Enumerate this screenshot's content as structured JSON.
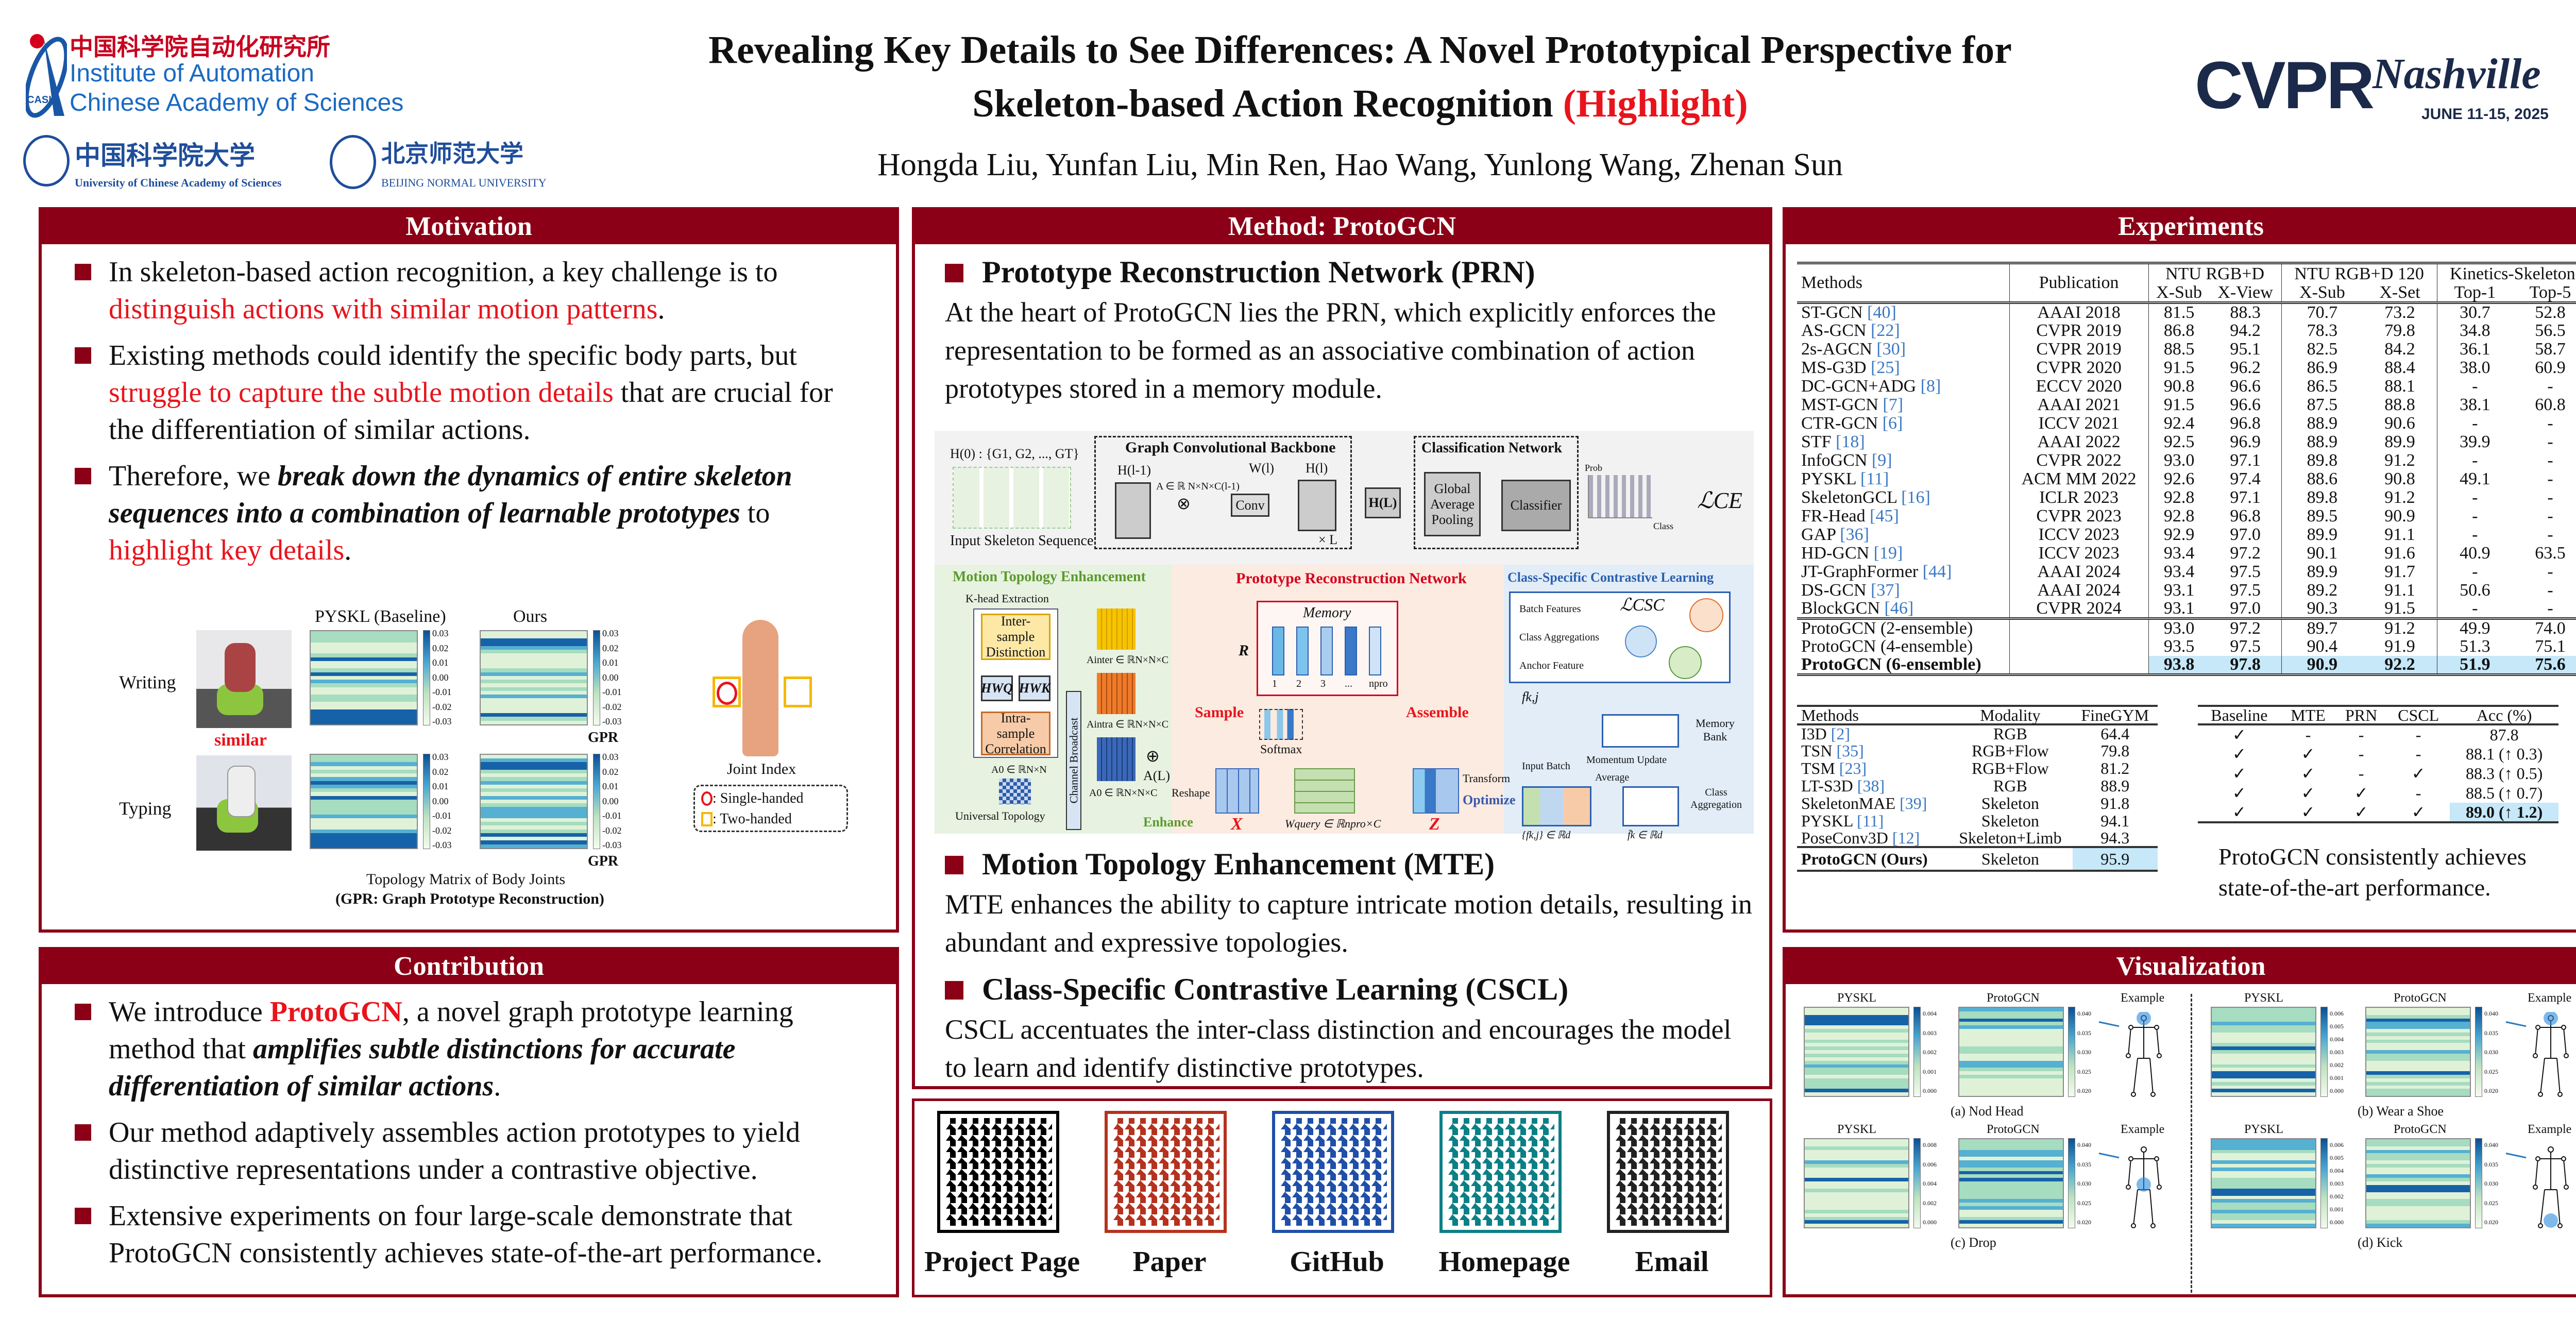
{
  "header": {
    "casia_cn": "中国科学院自动化研究所",
    "casia_en1": "Institute of Automation",
    "casia_en2": "Chinese Academy of Sciences",
    "casia_badge": "CASIA",
    "ucas_cn": "中国科学院大学",
    "ucas_en": "University of Chinese Academy of Sciences",
    "bnu_cn": "北京师范大学",
    "bnu_en": "BEIJING NORMAL UNIVERSITY",
    "title_line1": "Revealing Key Details to See Differences: A Novel Prototypical Perspective for",
    "title_line2": "Skeleton-based Action Recognition",
    "title_highlight": "(Highlight)",
    "authors": "Hongda Liu, Yunfan Liu, Min Ren, Hao Wang, Yunlong Wang, Zhenan Sun",
    "cvpr": "CVPR",
    "cvpr_city": "Nashville",
    "cvpr_date": "JUNE 11-15, 2025"
  },
  "motivation": {
    "title": "Motivation",
    "b1_a": "In skeleton-based action recognition, a key challenge is to ",
    "b1_red": "distinguish actions with similar motion patterns",
    "b1_b": ".",
    "b2_a": "Existing methods could identify the specific body parts, but ",
    "b2_red": "struggle to capture the subtle motion details",
    "b2_b": " that are crucial for the differentiation of similar actions.",
    "b3_a": "Therefore, we ",
    "b3_bi": "break down the dynamics of entire skeleton sequences into a combination of learnable prototypes",
    "b3_b": " to ",
    "b3_red": "highlight key details",
    "b3_c": ".",
    "fig": {
      "col_baseline": "PYSKL (Baseline)",
      "col_ours": "Ours",
      "row_writing": "Writing",
      "row_typing": "Typing",
      "similar": "similar",
      "gpr": "GPR",
      "caption1": "Topology Matrix of Body Joints",
      "caption2": "(GPR: Graph Prototype Reconstruction)",
      "joint_index": "Joint Index",
      "legend_single": ": Single-handed",
      "legend_two": ": Two-handed",
      "cbar_ticks": [
        "0.03",
        "0.02",
        "0.01",
        "0.00",
        "-0.01",
        "-0.02",
        "-0.03"
      ]
    }
  },
  "contribution": {
    "title": "Contribution",
    "b1_a": "We introduce ",
    "b1_red": "ProtoGCN",
    "b1_b": ", a novel graph prototype learning method that ",
    "b1_bi": "amplifies subtle distinctions for accurate differentiation of similar actions",
    "b1_c": ".",
    "b2": "Our method adaptively assembles action prototypes to yield distinctive representations under a contrastive objective.",
    "b3": "Extensive experiments on four large-scale demonstrate that ProtoGCN consistently achieves state-of-the-art performance."
  },
  "method": {
    "title": "Method: ProtoGCN",
    "prn_title": "Prototype Reconstruction Network (PRN)",
    "prn_text": "At the heart of ProtoGCN lies the PRN, which explicitly enforces the representation to be formed as an associative combination of action prototypes stored in a memory module.",
    "mte_title": "Motion Topology Enhancement (MTE)",
    "mte_text": "MTE enhances the ability to capture intricate motion details, resulting in abundant and expressive topologies.",
    "cscl_title": "Class-Specific Contrastive Learning (CSCL)",
    "cscl_text": "CSCL accentuates the inter-class distinction and encourages the model to learn and identify distinctive prototypes.",
    "diagram": {
      "input_seq": "Input Skeleton Sequence",
      "h0": "H(0) : {G1, G2, ..., GT}",
      "gcb": "Graph Convolutional Backbone",
      "hl1": "H(l-1)",
      "hl": "H(l)",
      "conv": "Conv",
      "wl": "W(l)",
      "a_dim": "A ∈ ℝ N×N×C(l-1)",
      "xl": "× L",
      "hL": "H(L)",
      "cls_net": "Classification Network",
      "gap": "Global Average Pooling",
      "classifier": "Classifier",
      "prob": "Prob",
      "class": "Class",
      "lce": "ℒCE",
      "mte": "Motion Topology Enhancement",
      "khead": "K-head Extraction",
      "inter": "Inter-sample Distinction",
      "intra": "Intra-sample Correlation",
      "hwq": "HWQ",
      "hwk": "HWK",
      "a_inter": "Ainter ∈ ℝN×N×C",
      "a_intra": "Aintra ∈ ℝN×N×C",
      "a0": "A0 ∈ ℝN×N×C",
      "a0n": "A0 ∈ ℝN×N",
      "univ": "Universal Topology",
      "broadcast": "Channel Broadcast",
      "enhance": "Enhance",
      "al": "A(L)",
      "prn": "Prototype Reconstruction Network",
      "memory": "Memory",
      "r": "R",
      "sample": "Sample",
      "assemble": "Assemble",
      "softmax": "Softmax",
      "reshape": "Reshape",
      "x": "X",
      "z": "Z",
      "wq": "Wquery ∈ ℝnpro×C",
      "mem_idx": [
        "1",
        "2",
        "3",
        "...",
        "npro"
      ],
      "cscl": "Class-Specific Contrastive Learning",
      "lcsc": "ℒCSC",
      "batch_feat": "Batch Features",
      "class_agg": "Class Aggregations",
      "anchor": "Anchor Feature",
      "mem_bank": "Memory Bank",
      "momentum": "Momentum Update",
      "input_batch": "Input Batch",
      "average": "Average",
      "class_aggregation": "Class Aggregation",
      "transform": "Transform",
      "optimize": "Optimize",
      "fkj": "fk,j",
      "fset": "{fk,j} ∈ ℝd",
      "fbar": "f̄k ∈ ℝd"
    }
  },
  "links": [
    {
      "label": "Project Page",
      "color": "#000000"
    },
    {
      "label": "Paper",
      "color": "#b5321e"
    },
    {
      "label": "GitHub",
      "color": "#1f4fa8"
    },
    {
      "label": "Homepage",
      "color": "#0b7f86"
    },
    {
      "label": "Email",
      "color": "#222222"
    }
  ],
  "experiments": {
    "title": "Experiments",
    "main": {
      "headers": {
        "methods": "Methods",
        "publication": "Publication",
        "ntu60": "NTU RGB+D",
        "ntu120": "NTU RGB+D 120",
        "kinetics": "Kinetics-Skeleton",
        "xsub": "X-Sub",
        "xview": "X-View",
        "xsub2": "X-Sub",
        "xset": "X-Set",
        "top1": "Top-1",
        "top5": "Top-5"
      },
      "rows": [
        [
          "ST-GCN",
          "[40]",
          "AAAI 2018",
          "81.5",
          "88.3",
          "70.7",
          "73.2",
          "30.7",
          "52.8"
        ],
        [
          "AS-GCN",
          "[22]",
          "CVPR 2019",
          "86.8",
          "94.2",
          "78.3",
          "79.8",
          "34.8",
          "56.5"
        ],
        [
          "2s-AGCN",
          "[30]",
          "CVPR 2019",
          "88.5",
          "95.1",
          "82.5",
          "84.2",
          "36.1",
          "58.7"
        ],
        [
          "MS-G3D",
          "[25]",
          "CVPR 2020",
          "91.5",
          "96.2",
          "86.9",
          "88.4",
          "38.0",
          "60.9"
        ],
        [
          "DC-GCN+ADG",
          "[8]",
          "ECCV 2020",
          "90.8",
          "96.6",
          "86.5",
          "88.1",
          "-",
          "-"
        ],
        [
          "MST-GCN",
          "[7]",
          "AAAI 2021",
          "91.5",
          "96.6",
          "87.5",
          "88.8",
          "38.1",
          "60.8"
        ],
        [
          "CTR-GCN",
          "[6]",
          "ICCV 2021",
          "92.4",
          "96.8",
          "88.9",
          "90.6",
          "-",
          "-"
        ],
        [
          "STF",
          "[18]",
          "AAAI 2022",
          "92.5",
          "96.9",
          "88.9",
          "89.9",
          "39.9",
          "-"
        ],
        [
          "InfoGCN",
          "[9]",
          "CVPR 2022",
          "93.0",
          "97.1",
          "89.8",
          "91.2",
          "-",
          "-"
        ],
        [
          "PYSKL",
          "[11]",
          "ACM MM 2022",
          "92.6",
          "97.4",
          "88.6",
          "90.8",
          "49.1",
          "-"
        ],
        [
          "SkeletonGCL",
          "[16]",
          "ICLR 2023",
          "92.8",
          "97.1",
          "89.8",
          "91.2",
          "-",
          "-"
        ],
        [
          "FR-Head",
          "[45]",
          "CVPR 2023",
          "92.8",
          "96.8",
          "89.5",
          "90.9",
          "-",
          "-"
        ],
        [
          "GAP",
          "[36]",
          "ICCV 2023",
          "92.9",
          "97.0",
          "89.9",
          "91.1",
          "-",
          "-"
        ],
        [
          "HD-GCN",
          "[19]",
          "ICCV 2023",
          "93.4",
          "97.2",
          "90.1",
          "91.6",
          "40.9",
          "63.5"
        ],
        [
          "JT-GraphFormer",
          "[44]",
          "AAAI 2024",
          "93.4",
          "97.5",
          "89.9",
          "91.7",
          "-",
          "-"
        ],
        [
          "DS-GCN",
          "[37]",
          "AAAI 2024",
          "93.1",
          "97.5",
          "89.2",
          "91.1",
          "50.6",
          "-"
        ],
        [
          "BlockGCN",
          "[46]",
          "CVPR 2024",
          "93.1",
          "97.0",
          "90.3",
          "91.5",
          "-",
          "-"
        ]
      ],
      "ours": [
        [
          "ProtoGCN (2-ensemble)",
          "",
          "93.0",
          "97.2",
          "89.7",
          "91.2",
          "49.9",
          "74.0"
        ],
        [
          "ProtoGCN (4-ensemble)",
          "",
          "93.5",
          "97.5",
          "90.4",
          "91.9",
          "51.3",
          "75.1"
        ],
        [
          "ProtoGCN (6-ensemble)",
          "",
          "93.8",
          "97.8",
          "90.9",
          "92.2",
          "51.9",
          "75.6"
        ]
      ]
    },
    "finegym": {
      "headers": [
        "Methods",
        "Modality",
        "FineGYM"
      ],
      "rows": [
        [
          "I3D",
          "[2]",
          "RGB",
          "64.4"
        ],
        [
          "TSN",
          "[35]",
          "RGB+Flow",
          "79.8"
        ],
        [
          "TSM",
          "[23]",
          "RGB+Flow",
          "81.2"
        ],
        [
          "LT-S3D",
          "[38]",
          "RGB",
          "88.9"
        ],
        [
          "SkeletonMAE",
          "[39]",
          "Skeleton",
          "91.8"
        ],
        [
          "PYSKL",
          "[11]",
          "Skeleton",
          "94.1"
        ],
        [
          "PoseConv3D",
          "[12]",
          "Skeleton+Limb",
          "94.3"
        ]
      ],
      "ours": [
        "ProtoGCN (Ours)",
        "",
        "Skeleton",
        "95.9"
      ]
    },
    "ablation": {
      "headers": [
        "Baseline",
        "MTE",
        "PRN",
        "CSCL",
        "Acc (%)"
      ],
      "rows": [
        [
          "✓",
          "-",
          "-",
          "-",
          "87.8"
        ],
        [
          "✓",
          "✓",
          "-",
          "-",
          "88.1 (↑ 0.3)"
        ],
        [
          "✓",
          "✓",
          "-",
          "✓",
          "88.3 (↑ 0.5)"
        ],
        [
          "✓",
          "✓",
          "✓",
          "-",
          "88.5 (↑ 0.7)"
        ],
        [
          "✓",
          "✓",
          "✓",
          "✓",
          "89.0 (↑ 1.2)"
        ]
      ]
    },
    "summary": "ProtoGCN consistently achieves state-of-the-art performance."
  },
  "visualization": {
    "title": "Visualization",
    "col_pyskl": "PYSKL",
    "col_protogcn": "ProtoGCN",
    "col_example": "Example",
    "panels": [
      {
        "caption": "(a) Nod Head",
        "pyskl_ticks": [
          "0.004",
          "0.003",
          "0.002",
          "0.001",
          "0.000"
        ],
        "proto_ticks": [
          "0.040",
          "0.035",
          "0.030",
          "0.025",
          "0.020"
        ]
      },
      {
        "caption": "(b) Wear a Shoe",
        "pyskl_ticks": [
          "0.006",
          "0.005",
          "0.004",
          "0.003",
          "0.002",
          "0.001",
          "0.000"
        ],
        "proto_ticks": [
          "0.040",
          "0.035",
          "0.030",
          "0.025",
          "0.020"
        ]
      },
      {
        "caption": "(c) Drop",
        "pyskl_ticks": [
          "0.008",
          "0.006",
          "0.004",
          "0.002",
          "0.000"
        ],
        "proto_ticks": [
          "0.040",
          "0.035",
          "0.030",
          "0.025",
          "0.020"
        ]
      },
      {
        "caption": "(d) Kick",
        "pyskl_ticks": [
          "0.006",
          "0.005",
          "0.004",
          "0.003",
          "0.002",
          "0.001",
          "0.000"
        ],
        "proto_ticks": [
          "0.040",
          "0.035",
          "0.030",
          "0.025",
          "0.020"
        ]
      }
    ]
  }
}
